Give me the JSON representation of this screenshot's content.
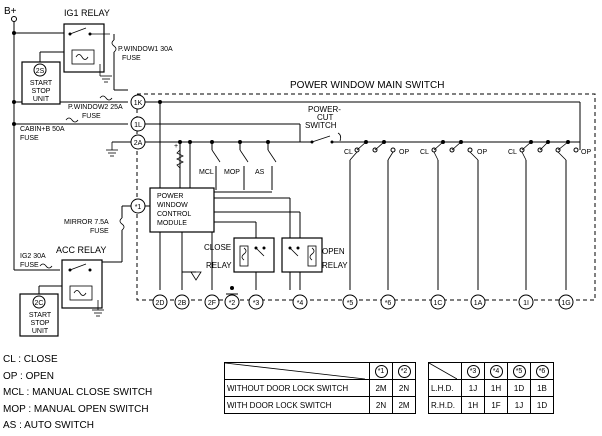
{
  "supply": {
    "battery": "B+"
  },
  "relays": {
    "ig1": "IG1 RELAY",
    "acc": "ACC RELAY",
    "close": [
      "CLOSE",
      "RELAY"
    ],
    "open": [
      "OPEN",
      "RELAY"
    ]
  },
  "units": {
    "start_stop_top": {
      "code": "2S",
      "lines": [
        "START",
        "STOP",
        "UNIT"
      ]
    },
    "start_stop_bottom": {
      "code": "2C",
      "lines": [
        "START",
        "STOP",
        "UNIT"
      ]
    },
    "module": [
      "POWER",
      "WINDOW",
      "CONTROL",
      "MODULE"
    ]
  },
  "fuses": {
    "pwindow1": [
      "P.WINDOW1 30A",
      "FUSE"
    ],
    "pwindow2": [
      "P.WINDOW2 25A",
      "FUSE"
    ],
    "cabin": [
      "CABIN+B 50A",
      "FUSE"
    ],
    "mirror": [
      "MIRROR 7.5A",
      "FUSE"
    ],
    "ig2": [
      "IG2 30A",
      "FUSE"
    ]
  },
  "main_switch": {
    "title": "POWER WINDOW MAIN SWITCH",
    "cut_switch": [
      "POWER-",
      "CUT",
      "SWITCH"
    ],
    "small_switches": [
      "MCL",
      "MOP",
      "AS"
    ],
    "pos_close": "CL",
    "pos_open": "OP"
  },
  "connectors": {
    "k1": "1K",
    "l1": "1L",
    "a2": "2A",
    "s1": "*1",
    "d2": "2D",
    "b2": "2B",
    "f2": "2F",
    "s2": "*2",
    "s3": "*3",
    "s4": "*4",
    "s5": "*5",
    "s6": "*6",
    "c1": "1C",
    "a1": "1A",
    "i1": "1I",
    "g1": "1G"
  },
  "legend": [
    "CL : CLOSE",
    "OP : OPEN",
    "MCL : MANUAL CLOSE SWITCH",
    "MOP : MANUAL OPEN SWITCH",
    "AS : AUTO SWITCH"
  ],
  "door_lock_table": {
    "headers": [
      "*1",
      "*2"
    ],
    "rows": [
      {
        "label": "WITHOUT DOOR LOCK SWITCH",
        "values": [
          "2M",
          "2N"
        ]
      },
      {
        "label": "WITH DOOR LOCK SWITCH",
        "values": [
          "2N",
          "2M"
        ]
      }
    ]
  },
  "drive_table": {
    "headers": [
      "*3",
      "*4",
      "*5",
      "*6"
    ],
    "rows": [
      {
        "label": "L.H.D.",
        "values": [
          "1J",
          "1H",
          "1D",
          "1B"
        ]
      },
      {
        "label": "R.H.D.",
        "values": [
          "1H",
          "1F",
          "1J",
          "1D"
        ]
      }
    ]
  }
}
